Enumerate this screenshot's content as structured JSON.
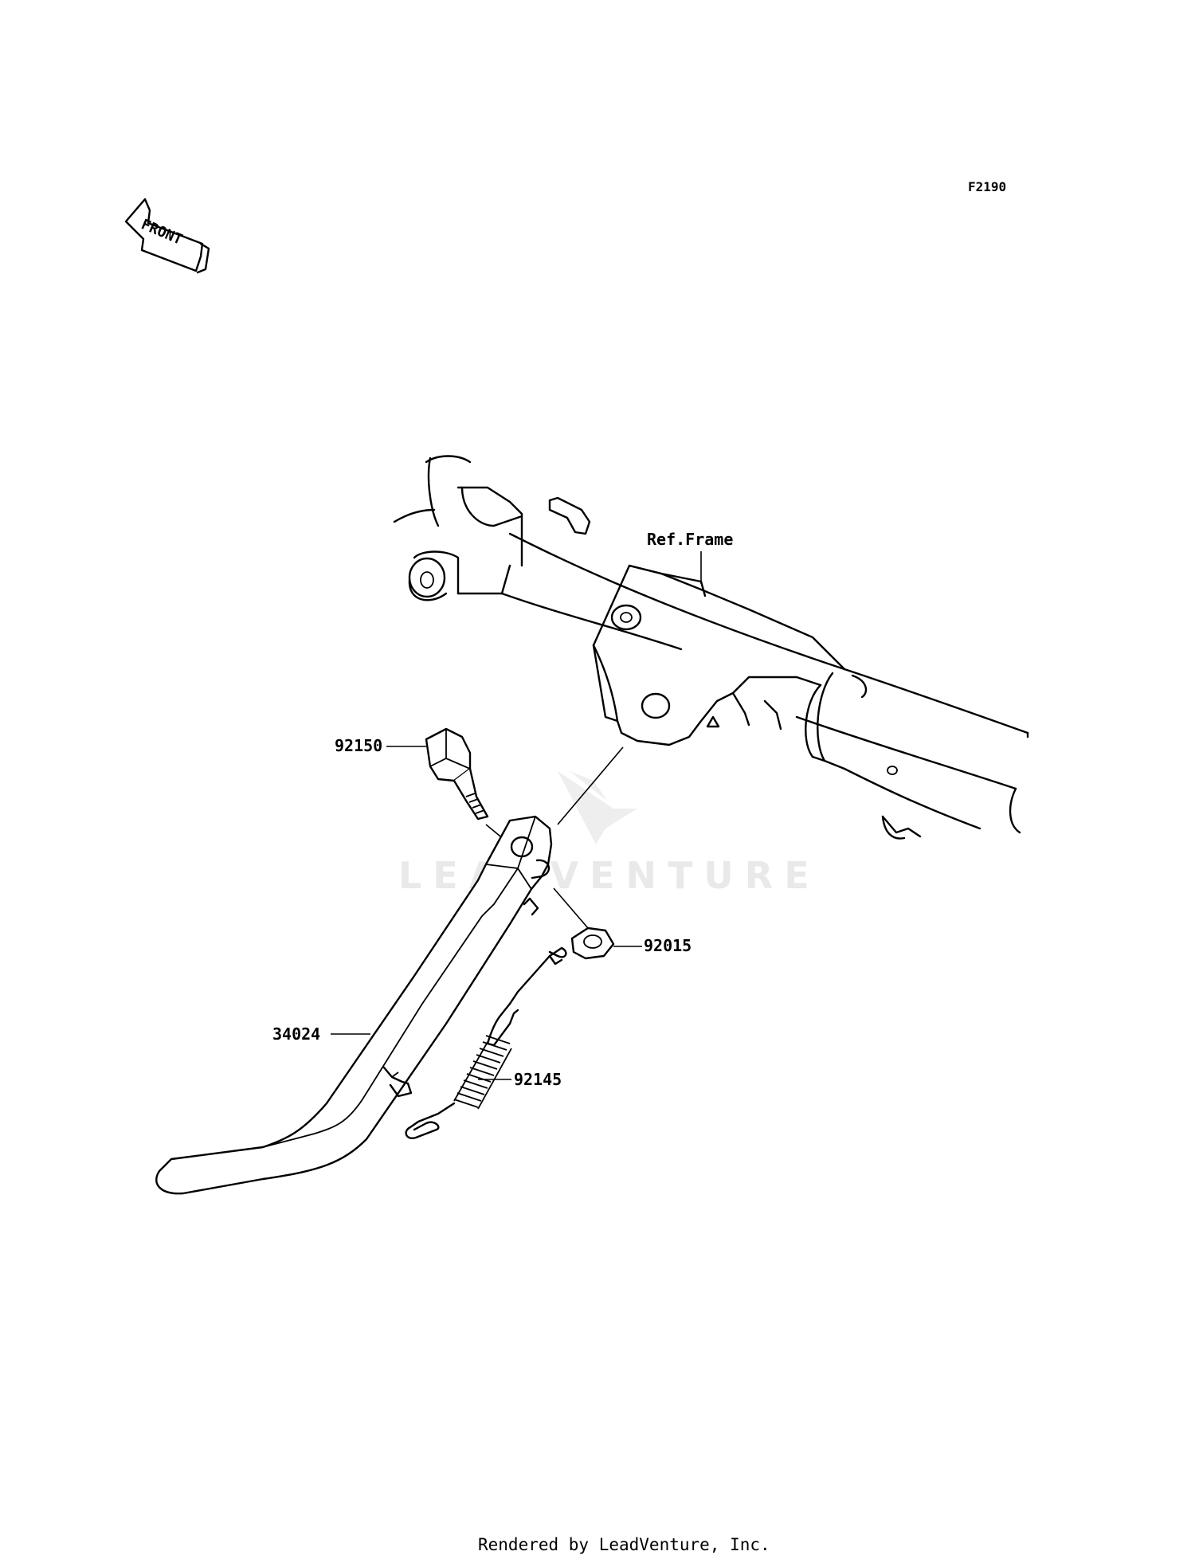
{
  "diagram": {
    "code": "F2190",
    "front_label": "FRONT",
    "watermark": "LEADVENTURE",
    "reference_label": "Ref.Frame",
    "parts": [
      {
        "number": "92150"
      },
      {
        "number": "92015"
      },
      {
        "number": "34024"
      },
      {
        "number": "92145"
      }
    ],
    "footer": "Rendered by LeadVenture, Inc."
  }
}
